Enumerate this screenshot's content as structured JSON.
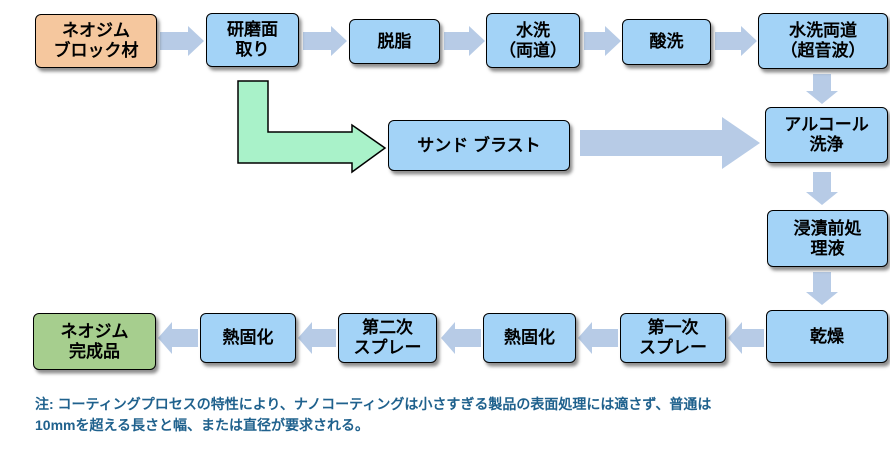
{
  "colors": {
    "process_box_blue": "#A3D3F7",
    "start_box_orange": "#F5C79E",
    "end_box_green": "#A6CE8E",
    "connector_arrow_blue": "#B7CBE6",
    "branch_arrow_green": "#A9F2C9",
    "box_border": "#000000",
    "note_text": "#1F618D"
  },
  "boxes": {
    "neodymium_block": {
      "line1": "ネオジム",
      "line2": "ブロック材"
    },
    "grinding": {
      "line1": "研磨面",
      "line2": "取り"
    },
    "degreasing": {
      "label": "脱脂"
    },
    "water_wash": {
      "line1": "水洗",
      "line2": "（両道）"
    },
    "acid_wash": {
      "label": "酸洗"
    },
    "water_wash_ultrasonic": {
      "line1": "水洗両道",
      "line2": "（超音波）"
    },
    "sandblast": {
      "label": "サンド ブラスト"
    },
    "alcohol_cleaning": {
      "line1": "アルコール",
      "line2": "洗浄"
    },
    "pre_immersion_treatment": {
      "line1": "浸漬前処",
      "line2": "理液"
    },
    "drying": {
      "label": "乾燥"
    },
    "first_spray": {
      "line1": "第一次",
      "line2": "スプレー"
    },
    "heat_cure_right": {
      "label": "熱固化"
    },
    "second_spray": {
      "line1": "第二次",
      "line2": "スプレー"
    },
    "heat_cure_left": {
      "label": "熱固化"
    },
    "finished_product": {
      "line1": "ネオジム",
      "line2": "完成品"
    }
  },
  "note": {
    "line1": "注:  コーティングプロセスの特性により、ナノコーティングは小さすぎる製品の表面処理には適さず、普通は",
    "line2": "10mmを超える長さと幅、または直径が要求される。"
  }
}
